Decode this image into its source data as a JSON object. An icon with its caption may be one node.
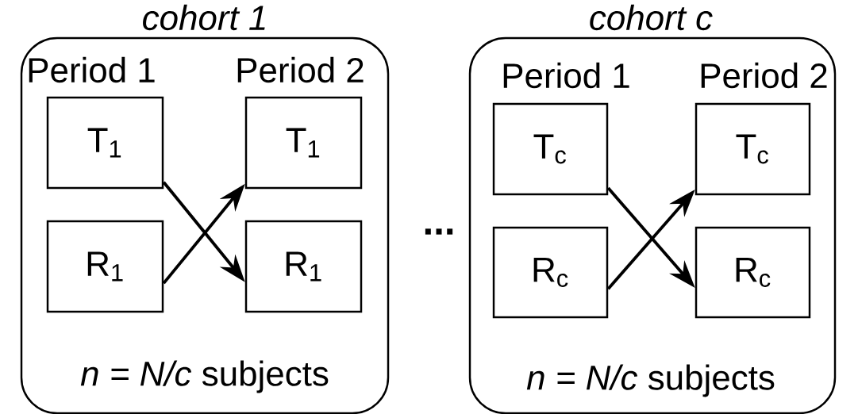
{
  "diagram": {
    "nodes": [
      {
        "text": [
          "cohort 1",
          "Period 1",
          "Period 2",
          "*n = N/c* subjects"
        ]
      },
      {
        "text": [
          "T$_{1}$"
        ],
        "in": 0
      },
      {
        "text": [
          "R$_{1}$"
        ],
        "in": 0
      },
      {
        "text": [
          "T$_{1}$"
        ],
        "in": 0
      },
      {
        "text": [
          "R$_{1}$"
        ],
        "in": 0
      },
      {
        "text": [
          "cohort c",
          "Period 1",
          "Period 2",
          "*n = N/c* subjects"
        ]
      },
      {
        "text": [
          "T$_{c}$"
        ],
        "in": 5
      },
      {
        "text": [
          "R$_{c}$"
        ],
        "in": 5
      },
      {
        "text": [
          "T$_{c}$"
        ],
        "in": 5
      },
      {
        "text": [
          "R$_{c}$"
        ],
        "in": 5
      }
    ],
    "edges": [
      {
        "from": 1,
        "to": 4,
        "arrow": "to"
      },
      {
        "from": 2,
        "to": 3,
        "arrow": "to"
      },
      {
        "from": 6,
        "to": 9,
        "arrow": "to"
      },
      {
        "from": 7,
        "to": 8,
        "arrow": "to"
      }
    ],
    "labels": [
      "..."
    ]
  }
}
